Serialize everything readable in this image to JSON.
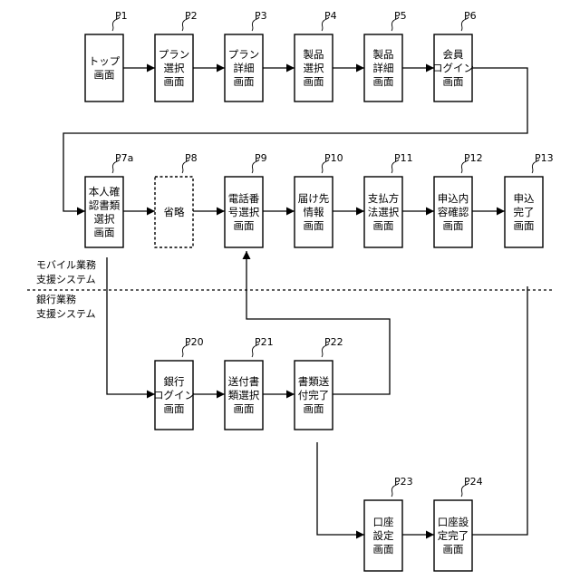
{
  "screens": [
    {
      "id": "p1",
      "ref": "P1",
      "lines": [
        "トップ",
        "画面"
      ]
    },
    {
      "id": "p2",
      "ref": "P2",
      "lines": [
        "プラン",
        "選択",
        "画面"
      ]
    },
    {
      "id": "p3",
      "ref": "P3",
      "lines": [
        "プラン",
        "詳細",
        "画面"
      ]
    },
    {
      "id": "p4",
      "ref": "P4",
      "lines": [
        "製品",
        "選択",
        "画面"
      ]
    },
    {
      "id": "p5",
      "ref": "P5",
      "lines": [
        "製品",
        "詳細",
        "画面"
      ]
    },
    {
      "id": "p6",
      "ref": "P6",
      "lines": [
        "会員",
        "ログイン",
        "画面"
      ]
    },
    {
      "id": "p7a",
      "ref": "P7a",
      "lines": [
        "本人確",
        "認書類",
        "選択",
        "画面"
      ]
    },
    {
      "id": "p8",
      "ref": "P8",
      "lines": [
        "省略"
      ],
      "dashed": true
    },
    {
      "id": "p9",
      "ref": "P9",
      "lines": [
        "電話番",
        "号選択",
        "画面"
      ]
    },
    {
      "id": "p10",
      "ref": "P10",
      "lines": [
        "届け先",
        "情報",
        "画面"
      ]
    },
    {
      "id": "p11",
      "ref": "P11",
      "lines": [
        "支払方",
        "法選択",
        "画面"
      ]
    },
    {
      "id": "p12",
      "ref": "P12",
      "lines": [
        "申込内",
        "容確認",
        "画面"
      ]
    },
    {
      "id": "p13",
      "ref": "P13",
      "lines": [
        "申込",
        "完了",
        "画面"
      ]
    },
    {
      "id": "p20",
      "ref": "P20",
      "lines": [
        "銀行",
        "ログイン",
        "画面"
      ]
    },
    {
      "id": "p21",
      "ref": "P21",
      "lines": [
        "送付書",
        "類選択",
        "画面"
      ]
    },
    {
      "id": "p22",
      "ref": "P22",
      "lines": [
        "書類送",
        "付完了",
        "画面"
      ]
    },
    {
      "id": "p23",
      "ref": "P23",
      "lines": [
        "口座",
        "設定",
        "画面"
      ]
    },
    {
      "id": "p24",
      "ref": "P24",
      "lines": [
        "口座設",
        "定完了",
        "画面"
      ]
    }
  ],
  "systems": {
    "mobile": [
      "モバイル業務",
      "支援システム"
    ],
    "bank": [
      "銀行業務",
      "支援システム"
    ]
  },
  "colors": {
    "line": "#000000",
    "background": "#ffffff"
  }
}
